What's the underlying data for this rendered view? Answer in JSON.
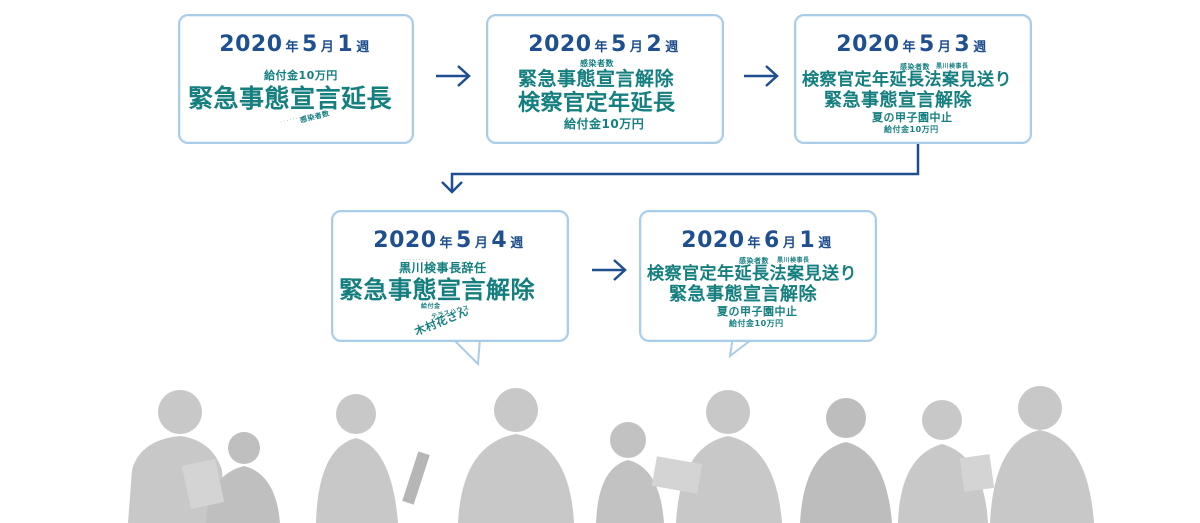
{
  "weeks": [
    {
      "year": "2020",
      "year_unit": "年",
      "month": "5",
      "month_unit": "月",
      "week": "1",
      "week_unit": "週",
      "words": [
        "給付金10万円",
        "緊急事態宣言延長",
        "感染者数"
      ]
    },
    {
      "year": "2020",
      "year_unit": "年",
      "month": "5",
      "month_unit": "月",
      "week": "2",
      "week_unit": "週",
      "words": [
        "感染者数",
        "緊急事態宣言解除",
        "検察官定年延長",
        "給付金10万円"
      ]
    },
    {
      "year": "2020",
      "year_unit": "年",
      "month": "5",
      "month_unit": "月",
      "week": "3",
      "week_unit": "週",
      "words": [
        "感染者数",
        "黒川検事長",
        "検察官定年延長法案見送り",
        "緊急事態宣言解除",
        "夏の甲子園中止",
        "給付金10万円"
      ]
    },
    {
      "year": "2020",
      "year_unit": "年",
      "month": "5",
      "month_unit": "月",
      "week": "4",
      "week_unit": "週",
      "words": [
        "黒川検事長辞任",
        "緊急事態宣言解除",
        "給付金",
        "テラスハウス",
        "木村花さん"
      ]
    },
    {
      "year": "2020",
      "year_unit": "年",
      "month": "6",
      "month_unit": "月",
      "week": "1",
      "week_unit": "週",
      "words": [
        "感染者数",
        "黒川検事長",
        "検察官定年延長法案見送り",
        "緊急事態宣言解除",
        "夏の甲子園中止",
        "給付金10万円"
      ]
    }
  ],
  "colors": {
    "border": "#a9cde8",
    "title": "#1f4f8f",
    "word": "#157f80",
    "arrow": "#1f4f8f",
    "silhouette": "#c8c8c8"
  }
}
